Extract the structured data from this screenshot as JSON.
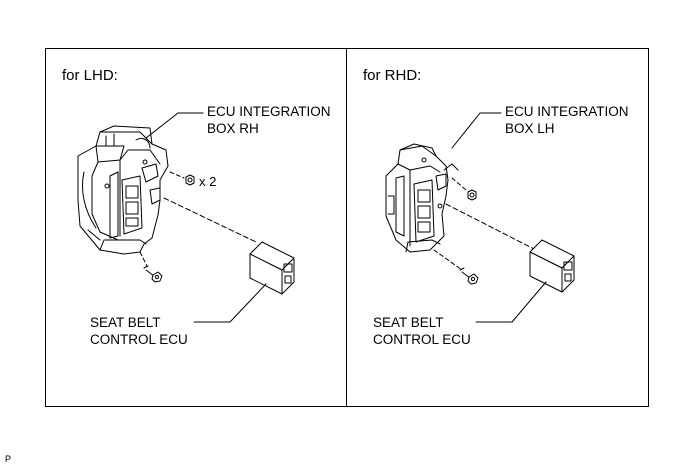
{
  "panels": {
    "lhd": {
      "title": "for LHD:",
      "box_label_line1": "ECU INTEGRATION",
      "box_label_line2": "BOX RH",
      "quantity": "x 2",
      "ecu_label_line1": "SEAT BELT",
      "ecu_label_line2": "CONTROL ECU"
    },
    "rhd": {
      "title": "for RHD:",
      "box_label_line1": "ECU INTEGRATION",
      "box_label_line2": "BOX LH",
      "ecu_label_line1": "SEAT BELT",
      "ecu_label_line2": "CONTROL ECU"
    }
  },
  "figure_code": "P"
}
